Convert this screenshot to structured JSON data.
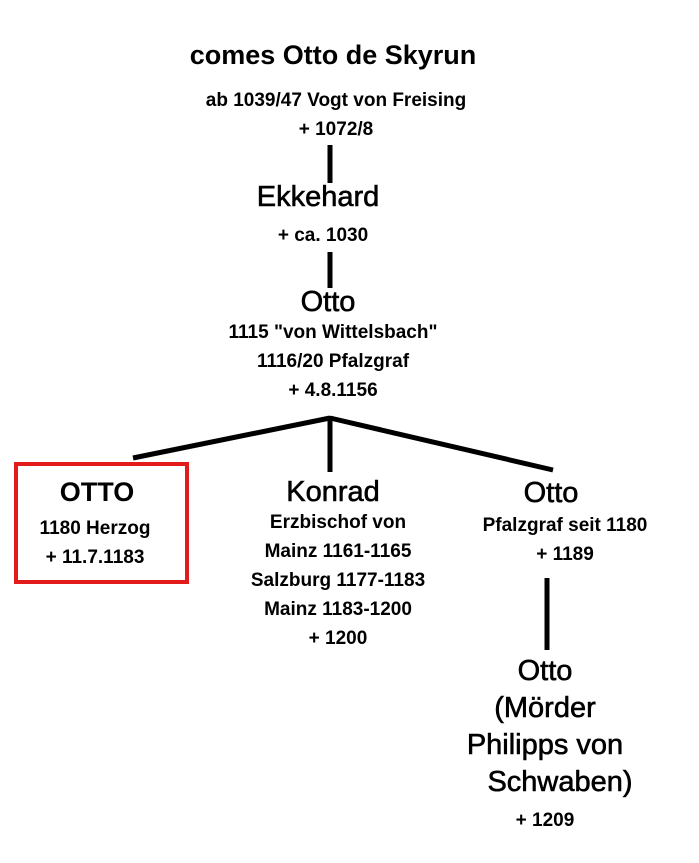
{
  "root": {
    "name": "comes Otto de Skyrun",
    "lines": [
      "ab 1039/47 Vogt von Freising",
      "+ 1072/8"
    ]
  },
  "gen2": {
    "name": "Ekkehard",
    "lines": [
      "+ ca. 1030"
    ]
  },
  "gen3": {
    "name": "Otto",
    "lines": [
      "1115 \"von Wittelsbach\"",
      "1116/20 Pfalzgraf",
      "+ 4.8.1156"
    ]
  },
  "children": [
    {
      "name": "OTTO",
      "lines": [
        "1180 Herzog",
        "+ 11.7.1183"
      ],
      "highlighted": true
    },
    {
      "name": "Konrad",
      "lines": [
        "Erzbischof von",
        "Mainz 1161-1165",
        "Salzburg 1177-1183",
        "Mainz 1183-1200",
        "+ 1200"
      ]
    },
    {
      "name": "Otto",
      "lines": [
        "Pfalzgraf seit 1180",
        "+ 1189"
      ]
    }
  ],
  "grandchild": {
    "name_lines": [
      "Otto",
      "(Mörder",
      "Philipps von",
      "Schwaben)"
    ],
    "lines": [
      "+ 1209"
    ]
  },
  "colors": {
    "highlight": "#e21b1b",
    "line": "#000000"
  }
}
